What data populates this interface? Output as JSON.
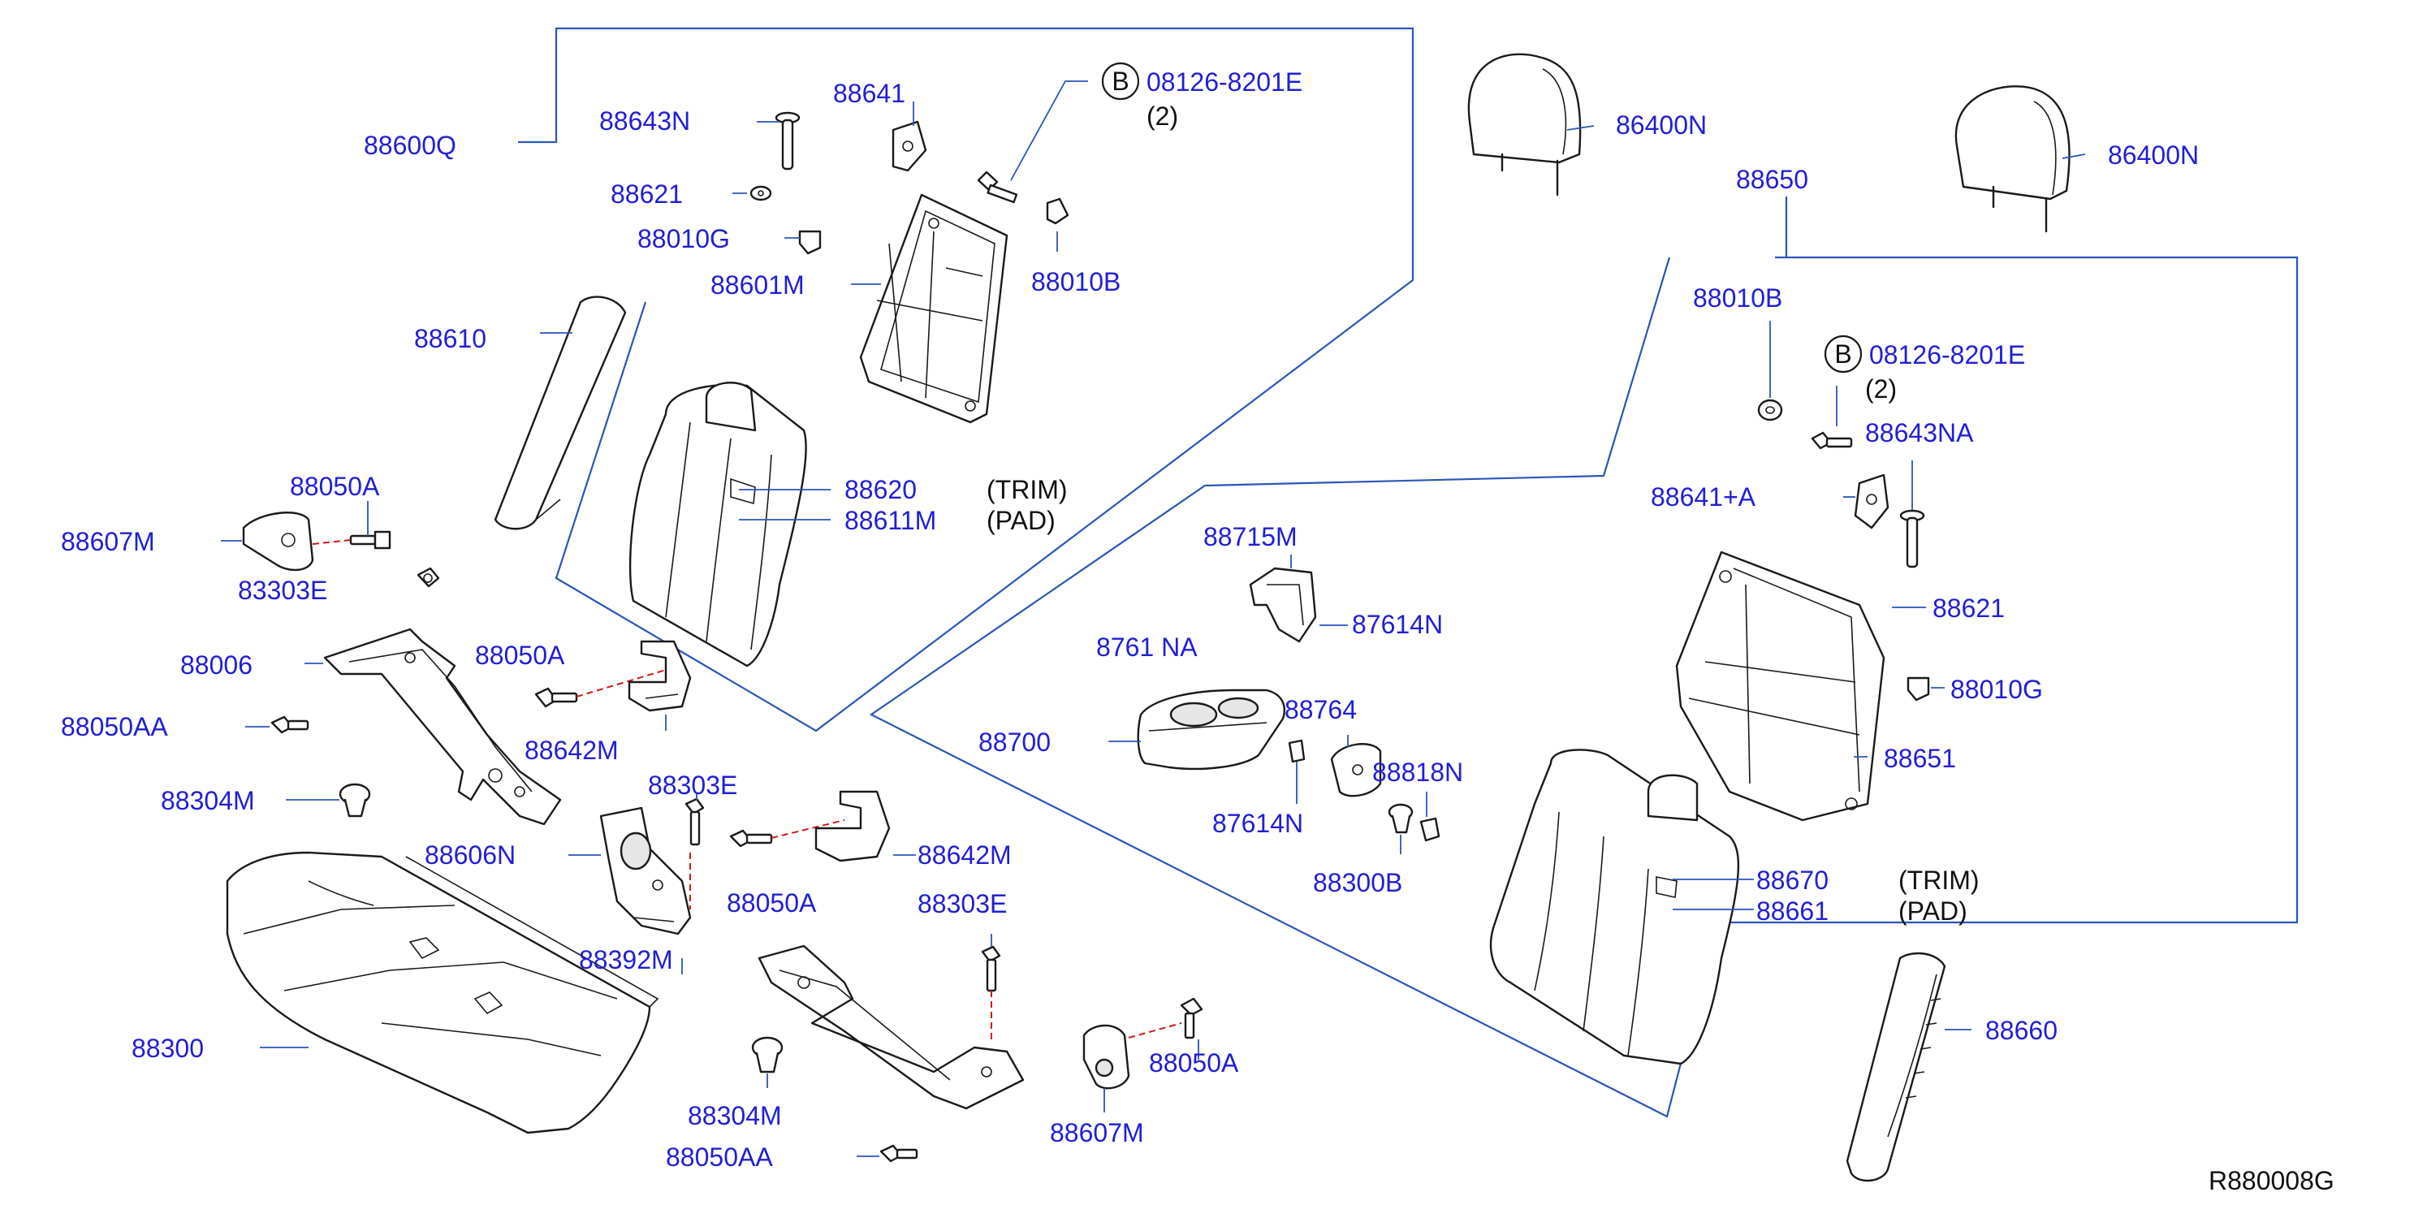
{
  "reference_code": "R880008G",
  "bolt_symbol": "B",
  "callouts": [
    {
      "id": "88600Q",
      "text": "88600Q"
    },
    {
      "id": "88643N",
      "text": "88643N"
    },
    {
      "id": "88641",
      "text": "88641"
    },
    {
      "id": "08126-8201E-left",
      "text": "08126-8201E"
    },
    {
      "id": "qty-left",
      "text": "(2)"
    },
    {
      "id": "88621",
      "text": "88621"
    },
    {
      "id": "88010G-left",
      "text": "88010G"
    },
    {
      "id": "88601M",
      "text": "88601M"
    },
    {
      "id": "88010B-left",
      "text": "88010B"
    },
    {
      "id": "88610",
      "text": "88610"
    },
    {
      "id": "88050A-top",
      "text": "88050A"
    },
    {
      "id": "88607M-left",
      "text": "88607M"
    },
    {
      "id": "88620",
      "text": "88620"
    },
    {
      "id": "trim-left",
      "text": "(TRIM)"
    },
    {
      "id": "88611M",
      "text": "88611M"
    },
    {
      "id": "pad-left",
      "text": "(PAD)"
    },
    {
      "id": "88303E-a",
      "text": "83303E"
    },
    {
      "id": "88006",
      "text": "88006"
    },
    {
      "id": "88050A-mid",
      "text": "88050A"
    },
    {
      "id": "88050AA-left",
      "text": "88050AA"
    },
    {
      "id": "88642M-upper",
      "text": "88642M"
    },
    {
      "id": "88304M-left",
      "text": "88304M"
    },
    {
      "id": "88303E-b",
      "text": "88303E"
    },
    {
      "id": "88606N",
      "text": "88606N"
    },
    {
      "id": "88642M-lower",
      "text": "88642M"
    },
    {
      "id": "88050A-lower",
      "text": "88050A"
    },
    {
      "id": "88303E-c",
      "text": "88303E"
    },
    {
      "id": "88392M",
      "text": "88392M"
    },
    {
      "id": "88300",
      "text": "88300"
    },
    {
      "id": "88304M-bottom",
      "text": "88304M"
    },
    {
      "id": "88050AA-bottom",
      "text": "88050AA"
    },
    {
      "id": "88607M-bottom",
      "text": "88607M"
    },
    {
      "id": "88050A-bottom",
      "text": "88050A"
    },
    {
      "id": "86400N-left",
      "text": "86400N"
    },
    {
      "id": "86400N-right",
      "text": "86400N"
    },
    {
      "id": "88650",
      "text": "88650"
    },
    {
      "id": "88010B-right",
      "text": "88010B"
    },
    {
      "id": "08126-8201E-right",
      "text": "08126-8201E"
    },
    {
      "id": "qty-right",
      "text": "(2)"
    },
    {
      "id": "88643NA",
      "text": "88643NA"
    },
    {
      "id": "88641A",
      "text": "88641+A"
    },
    {
      "id": "88715M",
      "text": "88715M"
    },
    {
      "id": "87614N-top",
      "text": "87614N"
    },
    {
      "id": "8761NA",
      "text": "8761 NA"
    },
    {
      "id": "88621-right",
      "text": "88621"
    },
    {
      "id": "88010G-right",
      "text": "88010G"
    },
    {
      "id": "88700",
      "text": "88700"
    },
    {
      "id": "88764",
      "text": "88764"
    },
    {
      "id": "88651",
      "text": "88651"
    },
    {
      "id": "88818N",
      "text": "88818N"
    },
    {
      "id": "87614N-bottom",
      "text": "87614N"
    },
    {
      "id": "88300B",
      "text": "88300B"
    },
    {
      "id": "88670",
      "text": "88670"
    },
    {
      "id": "trim-right",
      "text": "(TRIM)"
    },
    {
      "id": "88661",
      "text": "88661"
    },
    {
      "id": "pad-right",
      "text": "(PAD)"
    },
    {
      "id": "88660",
      "text": "88660"
    }
  ]
}
